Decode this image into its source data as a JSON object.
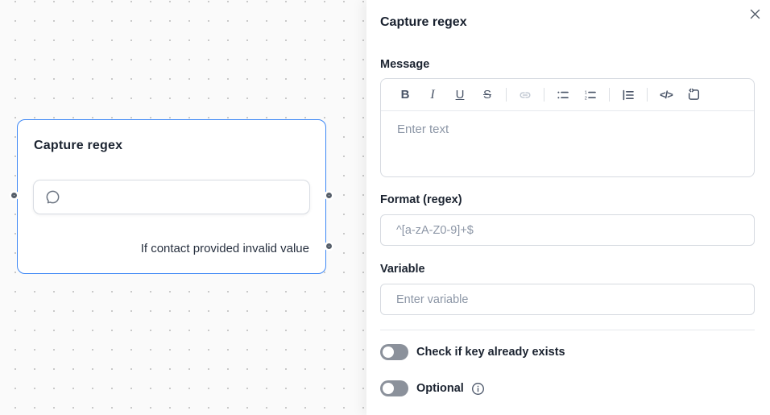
{
  "canvas_node": {
    "title": "Capture regex",
    "failure_label": "If contact provided invalid value",
    "icons": [
      "chat-bubble-icon"
    ],
    "ports": [
      "input-port-left",
      "output-port-right",
      "failure-port-right"
    ],
    "border_color": "#3d87f5"
  },
  "panel": {
    "title": "Capture regex",
    "message": {
      "label": "Message",
      "placeholder": "Enter text",
      "toolbar": {
        "bold": "B",
        "italic": "I",
        "underline": "U",
        "strikethrough": "S",
        "code": "</>",
        "icon_names": [
          "bold",
          "italic",
          "underline",
          "strikethrough",
          "link",
          "bullet-list",
          "ordered-list",
          "indent",
          "code",
          "code-block"
        ]
      }
    },
    "format": {
      "label": "Format (regex)",
      "placeholder": "^[a-zA-Z0-9]+$"
    },
    "variable": {
      "label": "Variable",
      "placeholder": "Enter variable"
    },
    "toggles": {
      "check_key": {
        "label": "Check if key already exists",
        "state": "off"
      },
      "optional": {
        "label": "Optional",
        "state": "off"
      }
    },
    "colors": {
      "accent_blue": "#3d87f5",
      "toggle_track": "#8b919b",
      "placeholder_gray": "#8c96a6"
    }
  }
}
